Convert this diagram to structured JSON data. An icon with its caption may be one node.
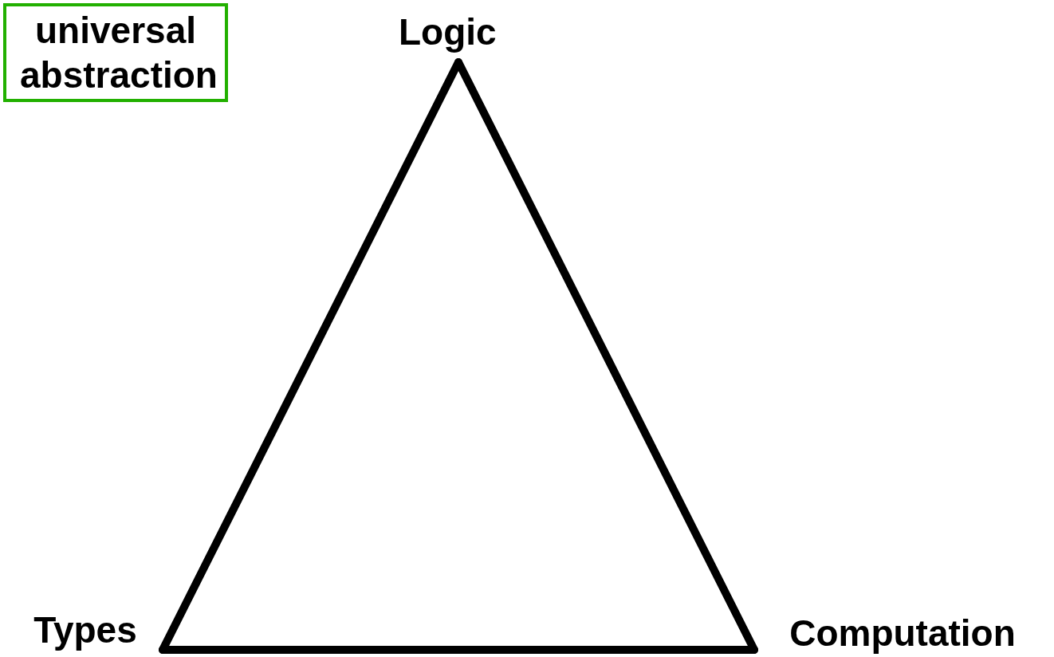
{
  "diagram": {
    "nodes": [
      {
        "text": [
          "universal abstraction"
        ]
      },
      {
        "text": [
          "Logic"
        ]
      },
      {
        "text": [
          "Types"
        ]
      },
      {
        "text": [
          "Computation"
        ]
      }
    ],
    "edges": [
      {
        "from": 1,
        "to": 2,
        "arrow": "none"
      },
      {
        "from": 2,
        "to": 3,
        "arrow": "none"
      },
      {
        "from": 3,
        "to": 1,
        "arrow": "none"
      }
    ]
  }
}
